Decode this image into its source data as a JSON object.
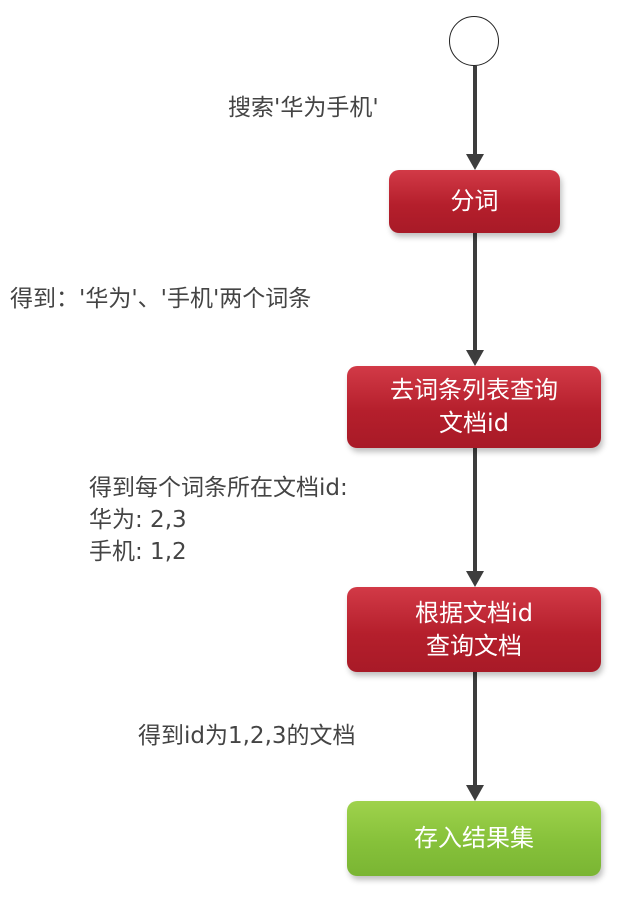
{
  "diagram": {
    "type": "flowchart",
    "start": {
      "shape": "circle"
    },
    "nodes": [
      {
        "id": "tokenize",
        "label_lines": [
          "分词"
        ],
        "color": "#b51f2c"
      },
      {
        "id": "lookup_terms",
        "label_lines": [
          "去词条列表查询",
          "文档id"
        ],
        "color": "#b51f2c"
      },
      {
        "id": "query_docs",
        "label_lines": [
          "根据文档id",
          "查询文档"
        ],
        "color": "#b51f2c"
      },
      {
        "id": "store_results",
        "label_lines": [
          "存入结果集"
        ],
        "color": "#86c13a"
      }
    ],
    "edge_labels": [
      {
        "from": "start",
        "to": "tokenize",
        "lines": [
          "搜索'华为手机'"
        ]
      },
      {
        "from": "tokenize",
        "to": "lookup_terms",
        "lines": [
          "得到：'华为'、'手机'两个词条"
        ]
      },
      {
        "from": "lookup_terms",
        "to": "query_docs",
        "lines": [
          "得到每个词条所在文档id:",
          "华为: 2,3",
          "手机: 1,2"
        ]
      },
      {
        "from": "query_docs",
        "to": "store_results",
        "lines": [
          "得到id为1,2,3的文档"
        ]
      }
    ]
  }
}
